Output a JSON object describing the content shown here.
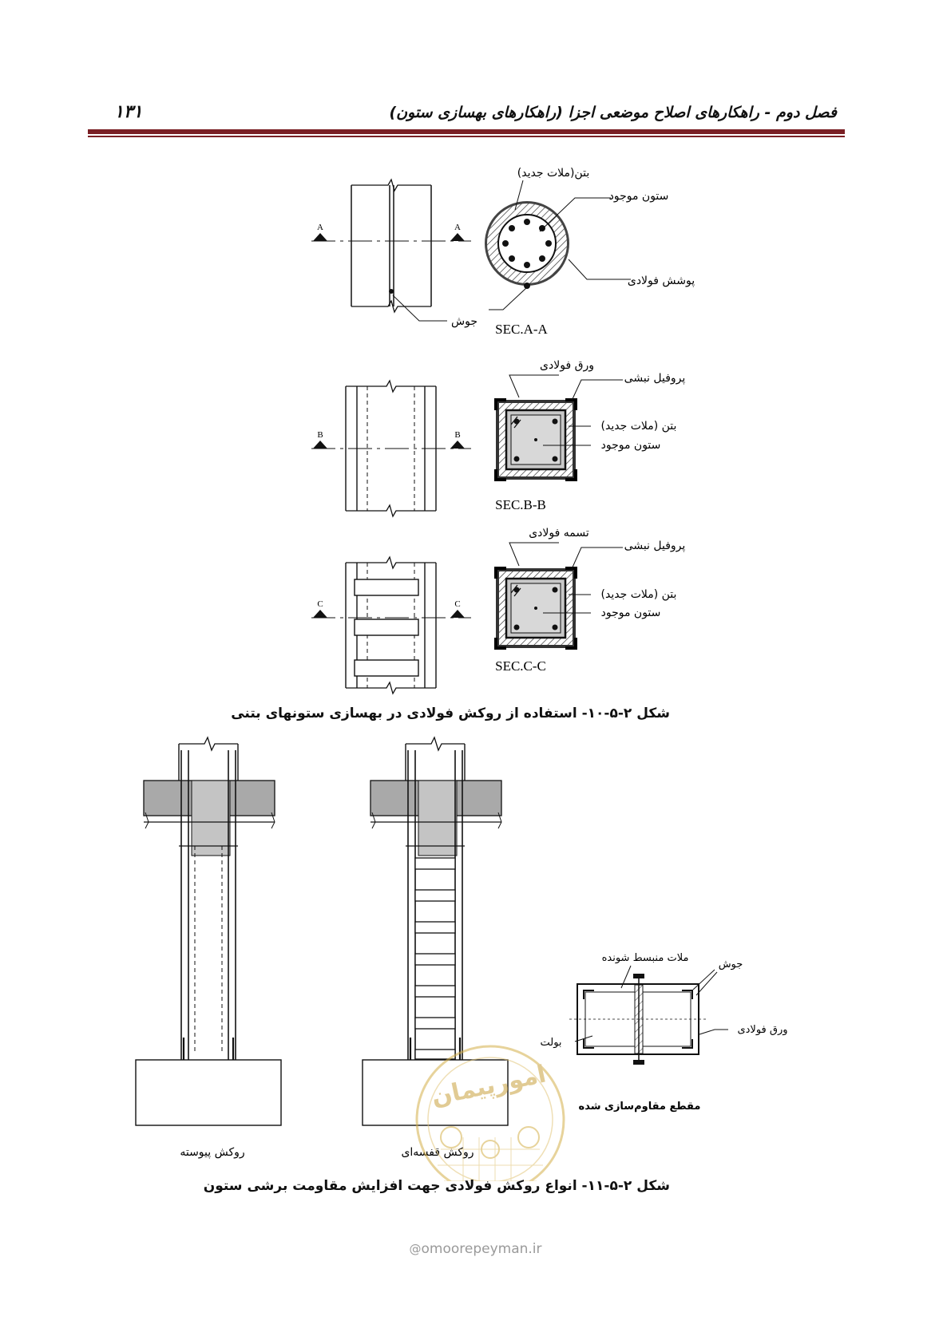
{
  "header": {
    "page_number": "۱۳۱",
    "chapter_title": "فصل دوم - راهکارهای اصلاح موضعی اجزا (راهکارهای بهسازی ستون)"
  },
  "figure_10": {
    "section_a": {
      "marker": "A",
      "caption": "SEC.A-A",
      "labels": {
        "concrete_new_mortar": "بتن(ملات جدید)",
        "existing_column": "ستون موجود",
        "steel_cover": "پوشش فولادی",
        "weld": "جوش"
      }
    },
    "section_b": {
      "marker": "B",
      "caption": "SEC.B-B",
      "labels": {
        "steel_plate": "ورق فولادی",
        "angle_profile": "پروفیل نبشی",
        "concrete_new_mortar": "بتن (ملات جدید)",
        "existing_column": "ستون موجود"
      }
    },
    "section_c": {
      "marker": "C",
      "caption": "SEC.C-C",
      "labels": {
        "steel_strap": "تسمه فولادی",
        "angle_profile": "پروفیل نبشی",
        "concrete_new_mortar": "بتن (ملات جدید)",
        "existing_column": "ستون موجود"
      }
    },
    "caption": "شکل ۲-۵-۱۰- استفاده از روکش فولادی در بهسازی ستونهای بتنی"
  },
  "figure_11": {
    "continuous_jacket": "روکش پیوسته",
    "cage_jacket": "روکش قفسه‌ای",
    "detail": {
      "expansive_mortar": "ملات منبسط شونده",
      "weld": "جوش",
      "steel_plate": "ورق فولادی",
      "bolt": "بولت",
      "retrofitted_section": "مقطع مقاوم‌سازی شده"
    },
    "caption": "شکل ۲-۵-۱۱- انواع روکش فولادی جهت افزایش مقاومت برشی ستون"
  },
  "watermark": {
    "logo_text": "امورپیمان",
    "site": "omoorepeyman.ir"
  }
}
